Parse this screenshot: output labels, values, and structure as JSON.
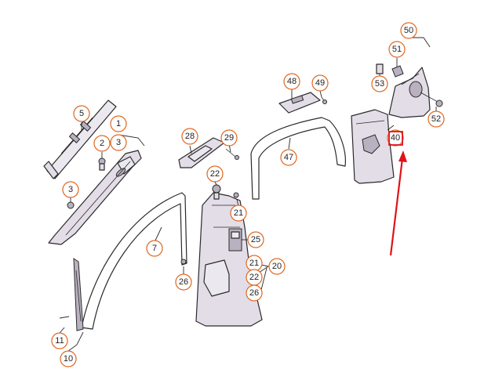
{
  "diagram": {
    "colors": {
      "callout": "#e1661f",
      "highlight": "#e0121a",
      "part_fill": "#e3dde7",
      "line": "#2a2a2a"
    },
    "callouts": {
      "c50": "50",
      "c51": "51",
      "c53": "53",
      "c52": "52",
      "c48": "48",
      "c49": "49",
      "c5": "5",
      "c1": "1",
      "c2": "2",
      "c3a": "3",
      "c3b": "3",
      "c28": "28",
      "c29": "29",
      "c47": "47",
      "c40": "40",
      "c22a": "22",
      "c21a": "21",
      "c7": "7",
      "c25": "25",
      "c21b": "21",
      "c20": "20",
      "c22b": "22",
      "c26a": "26",
      "c26b": "26",
      "c11": "11",
      "c10": "10"
    },
    "highlighted_part": "40"
  }
}
